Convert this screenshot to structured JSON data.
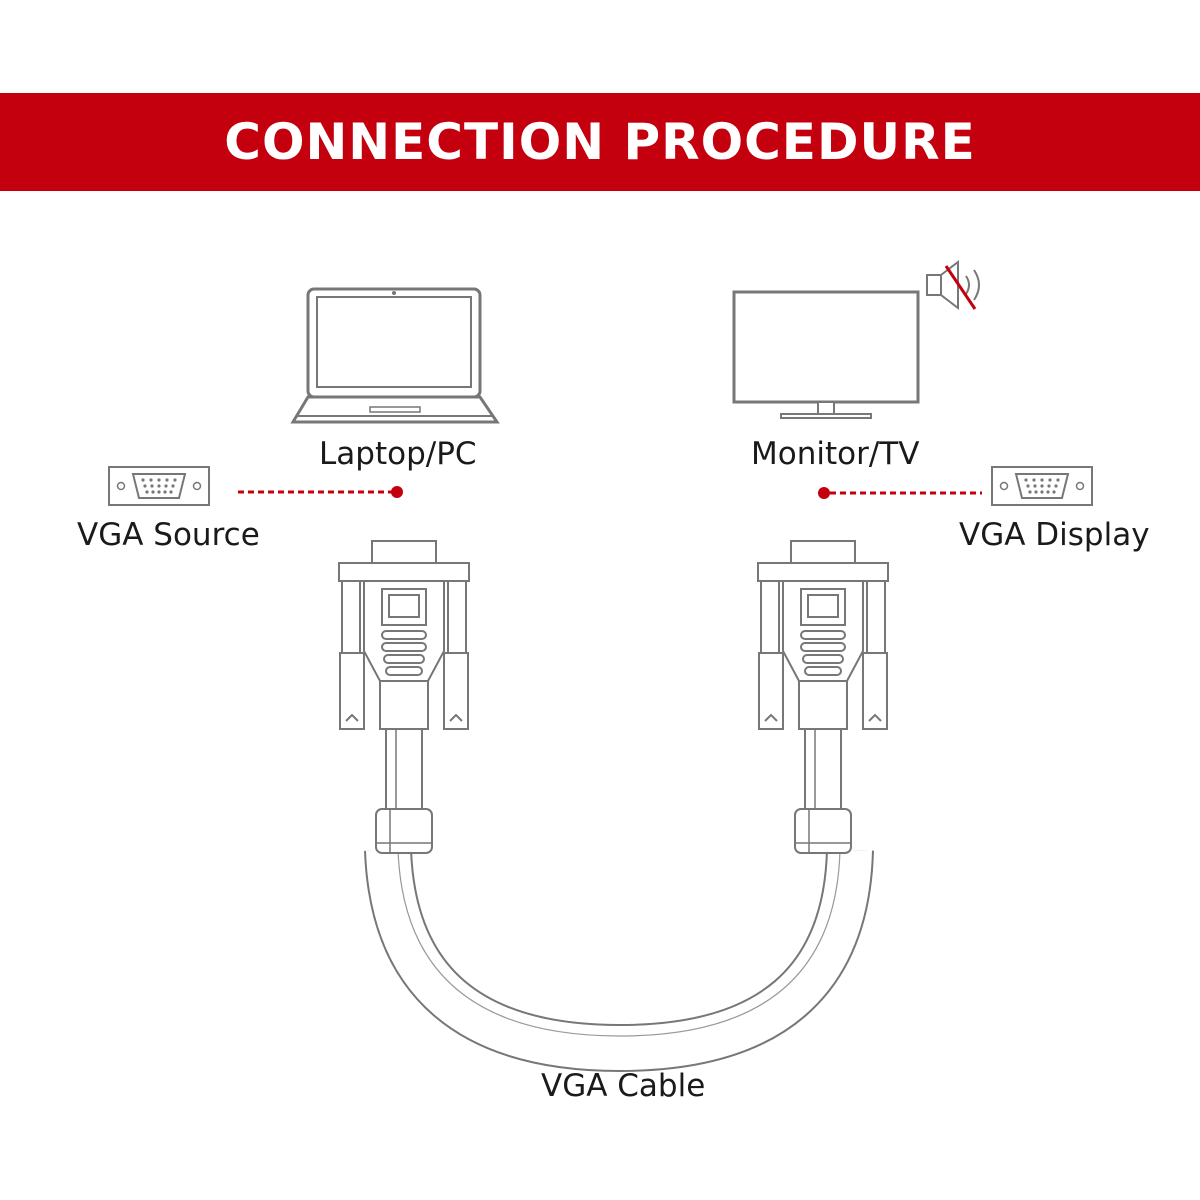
{
  "header": {
    "title": "CONNECTION PROCEDURE"
  },
  "devices": {
    "source": {
      "name": "Laptop/PC",
      "port_label": "VGA Source"
    },
    "display": {
      "name": "Monitor/TV",
      "port_label": "VGA Display"
    }
  },
  "cable": {
    "label": "VGA Cable"
  },
  "icons": {
    "laptop": "laptop-icon",
    "monitor": "monitor-icon",
    "speaker": "speaker-muted-icon",
    "vga_port": "vga-port-icon",
    "vga_plug": "vga-connector-icon"
  },
  "colors": {
    "accent": "#c4000f",
    "line": "#777777",
    "fill": "#ffffff"
  }
}
